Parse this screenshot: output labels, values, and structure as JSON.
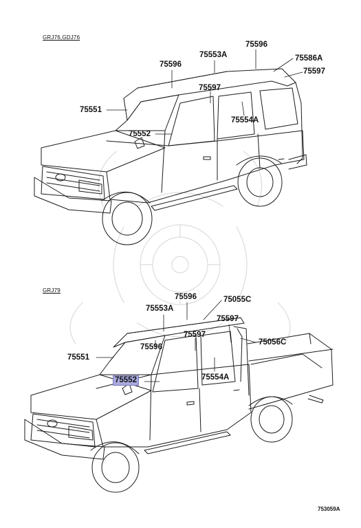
{
  "diagram": {
    "top_section_label": "GRJ76,GDJ76",
    "bottom_section_label": "GRJ79",
    "top_callouts": [
      "75596",
      "75553A",
      "75596",
      "75586A",
      "75597",
      "75597",
      "75551",
      "75554A",
      "75552"
    ],
    "bottom_callouts": [
      "75596",
      "75055C",
      "75553A",
      "75597",
      "75597",
      "75056C",
      "75551",
      "75596",
      "75552",
      "75554A"
    ],
    "highlighted_part": "75552",
    "drawing_code": "753059A",
    "colors": {
      "line": "#1a1a1a",
      "highlight": "#a9a9dd",
      "watermark": "#dddddd"
    }
  }
}
